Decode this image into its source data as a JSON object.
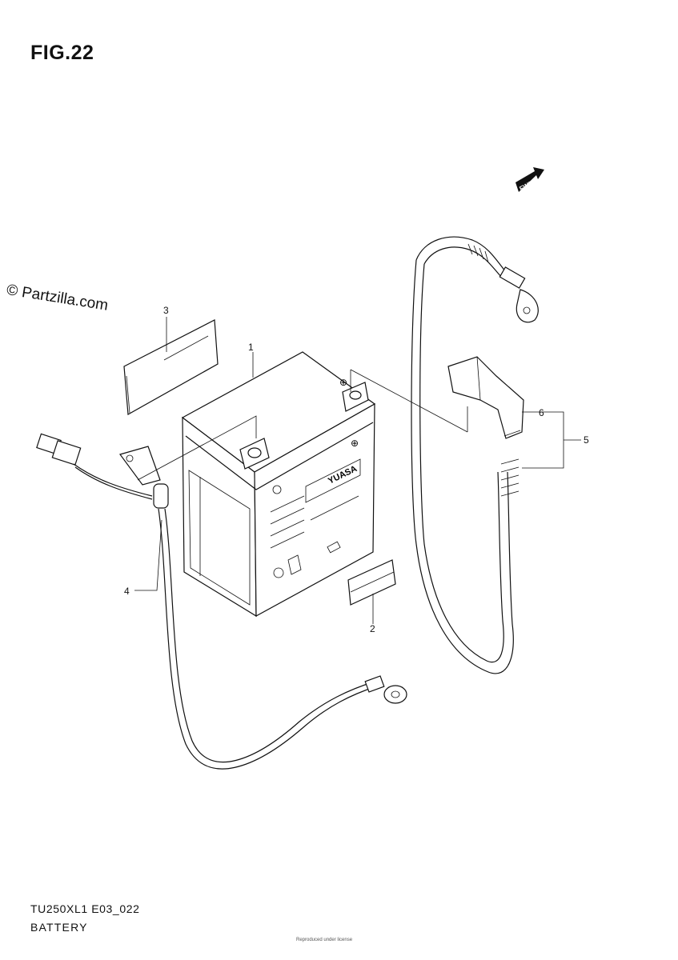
{
  "header": {
    "figure_label": "FIG.22"
  },
  "watermark": {
    "text": "© Partzilla.com"
  },
  "battery": {
    "brand_label": "YUASA",
    "plus_symbol": "⊕"
  },
  "fwd_arrow": {
    "label": "FWD"
  },
  "callouts": {
    "c1": "1",
    "c2": "2",
    "c3": "3",
    "c4": "4",
    "c5": "5",
    "c6": "6"
  },
  "footer": {
    "model_code": "TU250XL1 E03_022",
    "section_name": "BATTERY",
    "note": "Reproduced under license"
  }
}
